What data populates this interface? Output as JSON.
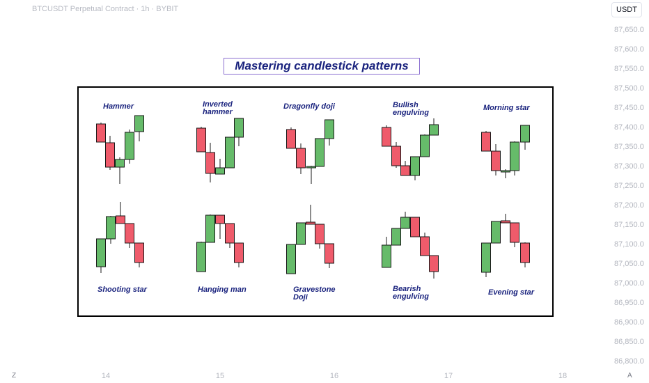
{
  "header": {
    "symbol_info": "BTCUSDT Perpetual Contract · 1h · BYBIT",
    "currency": "USDT"
  },
  "price_axis": [
    "87,650.0",
    "87,600.0",
    "87,550.0",
    "87,500.0",
    "87,450.0",
    "87,400.0",
    "87,350.0",
    "87,300.0",
    "87,250.0",
    "87,200.0",
    "87,150.0",
    "87,100.0",
    "87,050.0",
    "87,000.0",
    "86,950.0",
    "86,900.0",
    "86,850.0",
    "86,800.0"
  ],
  "time_axis": [
    "14",
    "15",
    "16",
    "17",
    "18"
  ],
  "axis_buttons": {
    "left": "Z",
    "right": "A"
  },
  "title": "Mastering candlestick patterns",
  "patterns": [
    {
      "label_lines": [
        "Hammer"
      ]
    },
    {
      "label_lines": [
        "Inverted",
        "hammer"
      ]
    },
    {
      "label_lines": [
        "Dragonfly doji"
      ]
    },
    {
      "label_lines": [
        "Bullish",
        "engulving"
      ]
    },
    {
      "label_lines": [
        "Morning star"
      ]
    },
    {
      "label_lines": [
        "Shooting star"
      ]
    },
    {
      "label_lines": [
        "Hanging man"
      ]
    },
    {
      "label_lines": [
        "Gravestone",
        "Doji"
      ]
    },
    {
      "label_lines": [
        "Bearish",
        "engulving"
      ]
    },
    {
      "label_lines": [
        "Evening star"
      ]
    }
  ],
  "colors": {
    "bull": "#66bb6a",
    "bear": "#ef5b6b",
    "title_text": "#1a237e",
    "title_border": "#8b6fd0",
    "axis_text": "#b2b5be"
  }
}
